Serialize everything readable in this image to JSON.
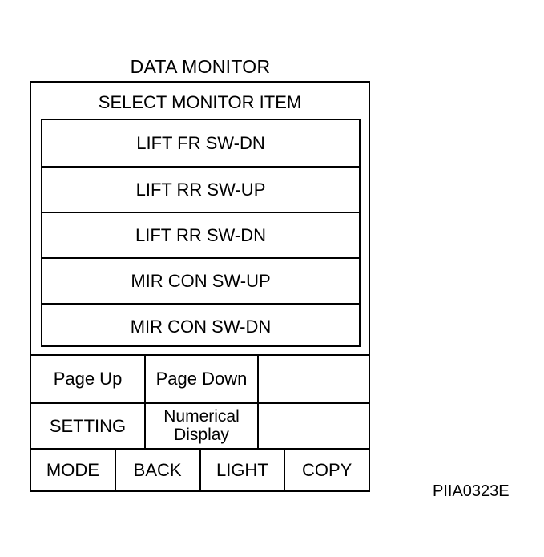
{
  "screen": {
    "title": "DATA MONITOR",
    "subtitle": "SELECT MONITOR ITEM"
  },
  "monitor_items": [
    "LIFT FR SW-DN",
    "LIFT RR SW-UP",
    "LIFT RR SW-DN",
    "MIR CON SW-UP",
    "MIR CON SW-DN"
  ],
  "buttons": {
    "page_up": "Page Up",
    "page_down": "Page Down",
    "setting": "SETTING",
    "numerical_display_line1": "Numerical",
    "numerical_display_line2": "Display",
    "mode": "MODE",
    "back": "BACK",
    "light": "LIGHT",
    "copy": "COPY"
  },
  "figure_ref": "PIIA0323E"
}
